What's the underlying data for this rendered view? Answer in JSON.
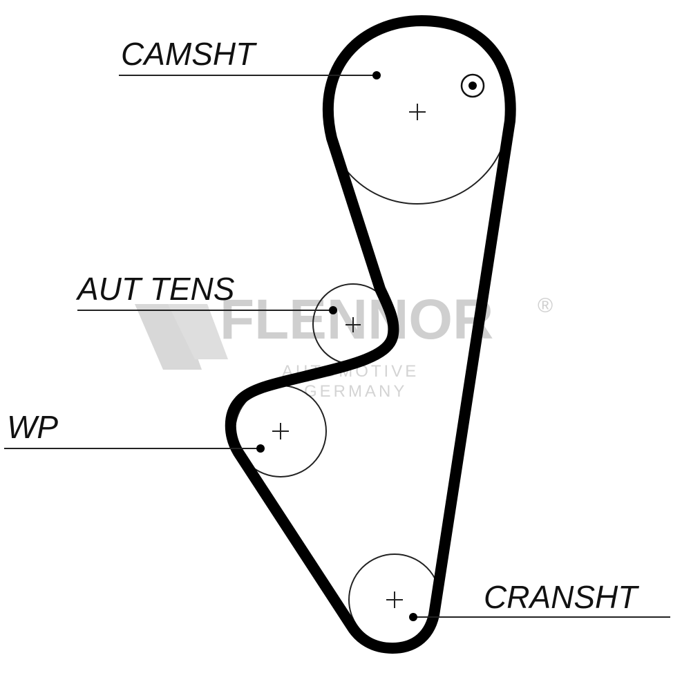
{
  "labels": {
    "camshaft": "CAMSHT",
    "tensioner": "AUT TENS",
    "water_pump": "WP",
    "crankshaft": "CRANSHT"
  },
  "watermark": {
    "brand": "FLENNOR",
    "registered": "®",
    "line1": "AUTOMOTIVE",
    "line2": "GERMANY"
  },
  "colors": {
    "belt": "#000000",
    "pulley_outline": "#222222",
    "watermark": "#cfcfcf"
  }
}
